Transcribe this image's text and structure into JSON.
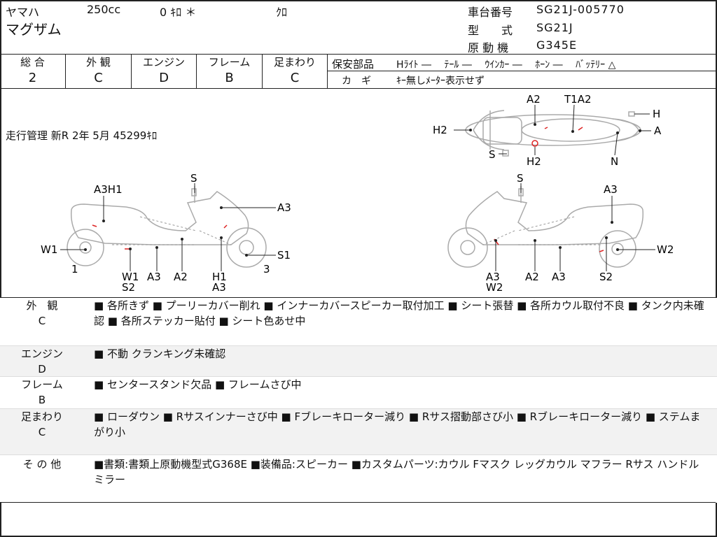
{
  "header": {
    "maker": "ヤマハ",
    "cc": "250cc",
    "mileage_km": "0 ｷﾛ ＊",
    "color": "ｸﾛ",
    "model_name": "マグザム",
    "frame_no_label": "車台番号",
    "frame_no": "SG21J-005770",
    "model_code_label": "型　　式",
    "model_code": "SG21J",
    "engine_label": "原 動 機",
    "engine_no": "G345E"
  },
  "grades": [
    {
      "label": "総 合",
      "value": "2"
    },
    {
      "label": "外 観",
      "value": "C"
    },
    {
      "label": "エンジン",
      "value": "D"
    },
    {
      "label": "フレーム",
      "value": "B"
    },
    {
      "label": "足まわり",
      "value": "C"
    }
  ],
  "safety": {
    "label": "保安部品",
    "items": "Hﾗｲﾄ ―　 ﾃｰﾙ ―　 ｳｲﾝｶｰ ―　 ﾎｰﾝ ―　 ﾊﾞｯﾃﾘｰ △",
    "key_label": "カ　ギ",
    "key_value": "ｷｰ無しﾒｰﾀｰ表示せず"
  },
  "mileage_mgmt": "走行管理 新R 2年 5月 45299ｷﾛ",
  "diagram_labels": {
    "top": [
      "A2",
      "T1A2",
      "H",
      "H2",
      "A",
      "S",
      "H2",
      "N"
    ],
    "left": [
      "S",
      "A3H1",
      "A3",
      "W1",
      "S1",
      "1",
      "3",
      "W1",
      "S2",
      "A3",
      "A2",
      "H1",
      "A3"
    ],
    "right": [
      "S",
      "A3",
      "W2",
      "A3",
      "W2",
      "A2",
      "A3",
      "S2"
    ]
  },
  "sections": [
    {
      "head1": "外　観",
      "head2": "C",
      "body": "■ 各所きず ■ プーリーカバー削れ ■ インナーカバースピーカー取付加工 ■ シート張替 ■ 各所カウル取付不良 ■ タンク内未確認 ■ 各所ステッカー貼付 ■ シート色あせ中"
    },
    {
      "head1": "エンジン",
      "head2": "D",
      "body": "■ 不動 クランキング未確認"
    },
    {
      "head1": "フレーム",
      "head2": "B",
      "body": "■ センタースタンド欠品 ■ フレームさび中"
    },
    {
      "head1": "足まわり",
      "head2": "C",
      "body": "■ ローダウン ■ Rサスインナーさび中 ■ Fブレーキローター減り ■ Rサス摺動部さび小 ■ Rブレーキローター減り ■ ステムまがり小"
    },
    {
      "head1": "そ の 他",
      "head2": "",
      "body": "■書類:書類上原動機型式G368E ■装備品:スピーカー ■カスタムパーツ:カウル Fマスク レッグカウル マフラー Rサス ハンドル ミラー"
    }
  ]
}
